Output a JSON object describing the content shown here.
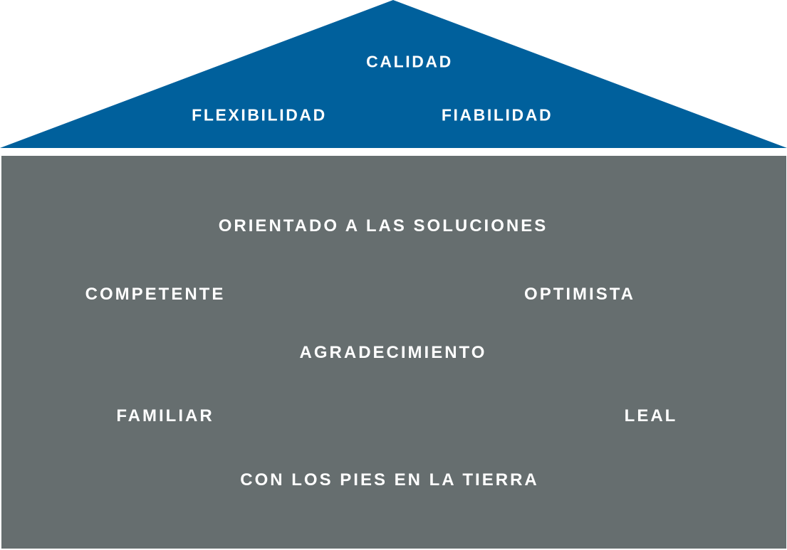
{
  "colors": {
    "roof": "#00609c",
    "body": "#666e6f",
    "text": "#ffffff",
    "background": "#ffffff"
  },
  "roof": {
    "top": "CALIDAD",
    "left": "FLEXIBILIDAD",
    "right": "FIABILIDAD"
  },
  "body": {
    "line1": "ORIENTADO A LAS SOLUCIONES",
    "left1": "COMPETENTE",
    "right1": "OPTIMISTA",
    "center": "AGRADECIMIENTO",
    "left2": "FAMILIAR",
    "right2": "LEAL",
    "line2": "CON LOS PIES EN LA TIERRA"
  }
}
